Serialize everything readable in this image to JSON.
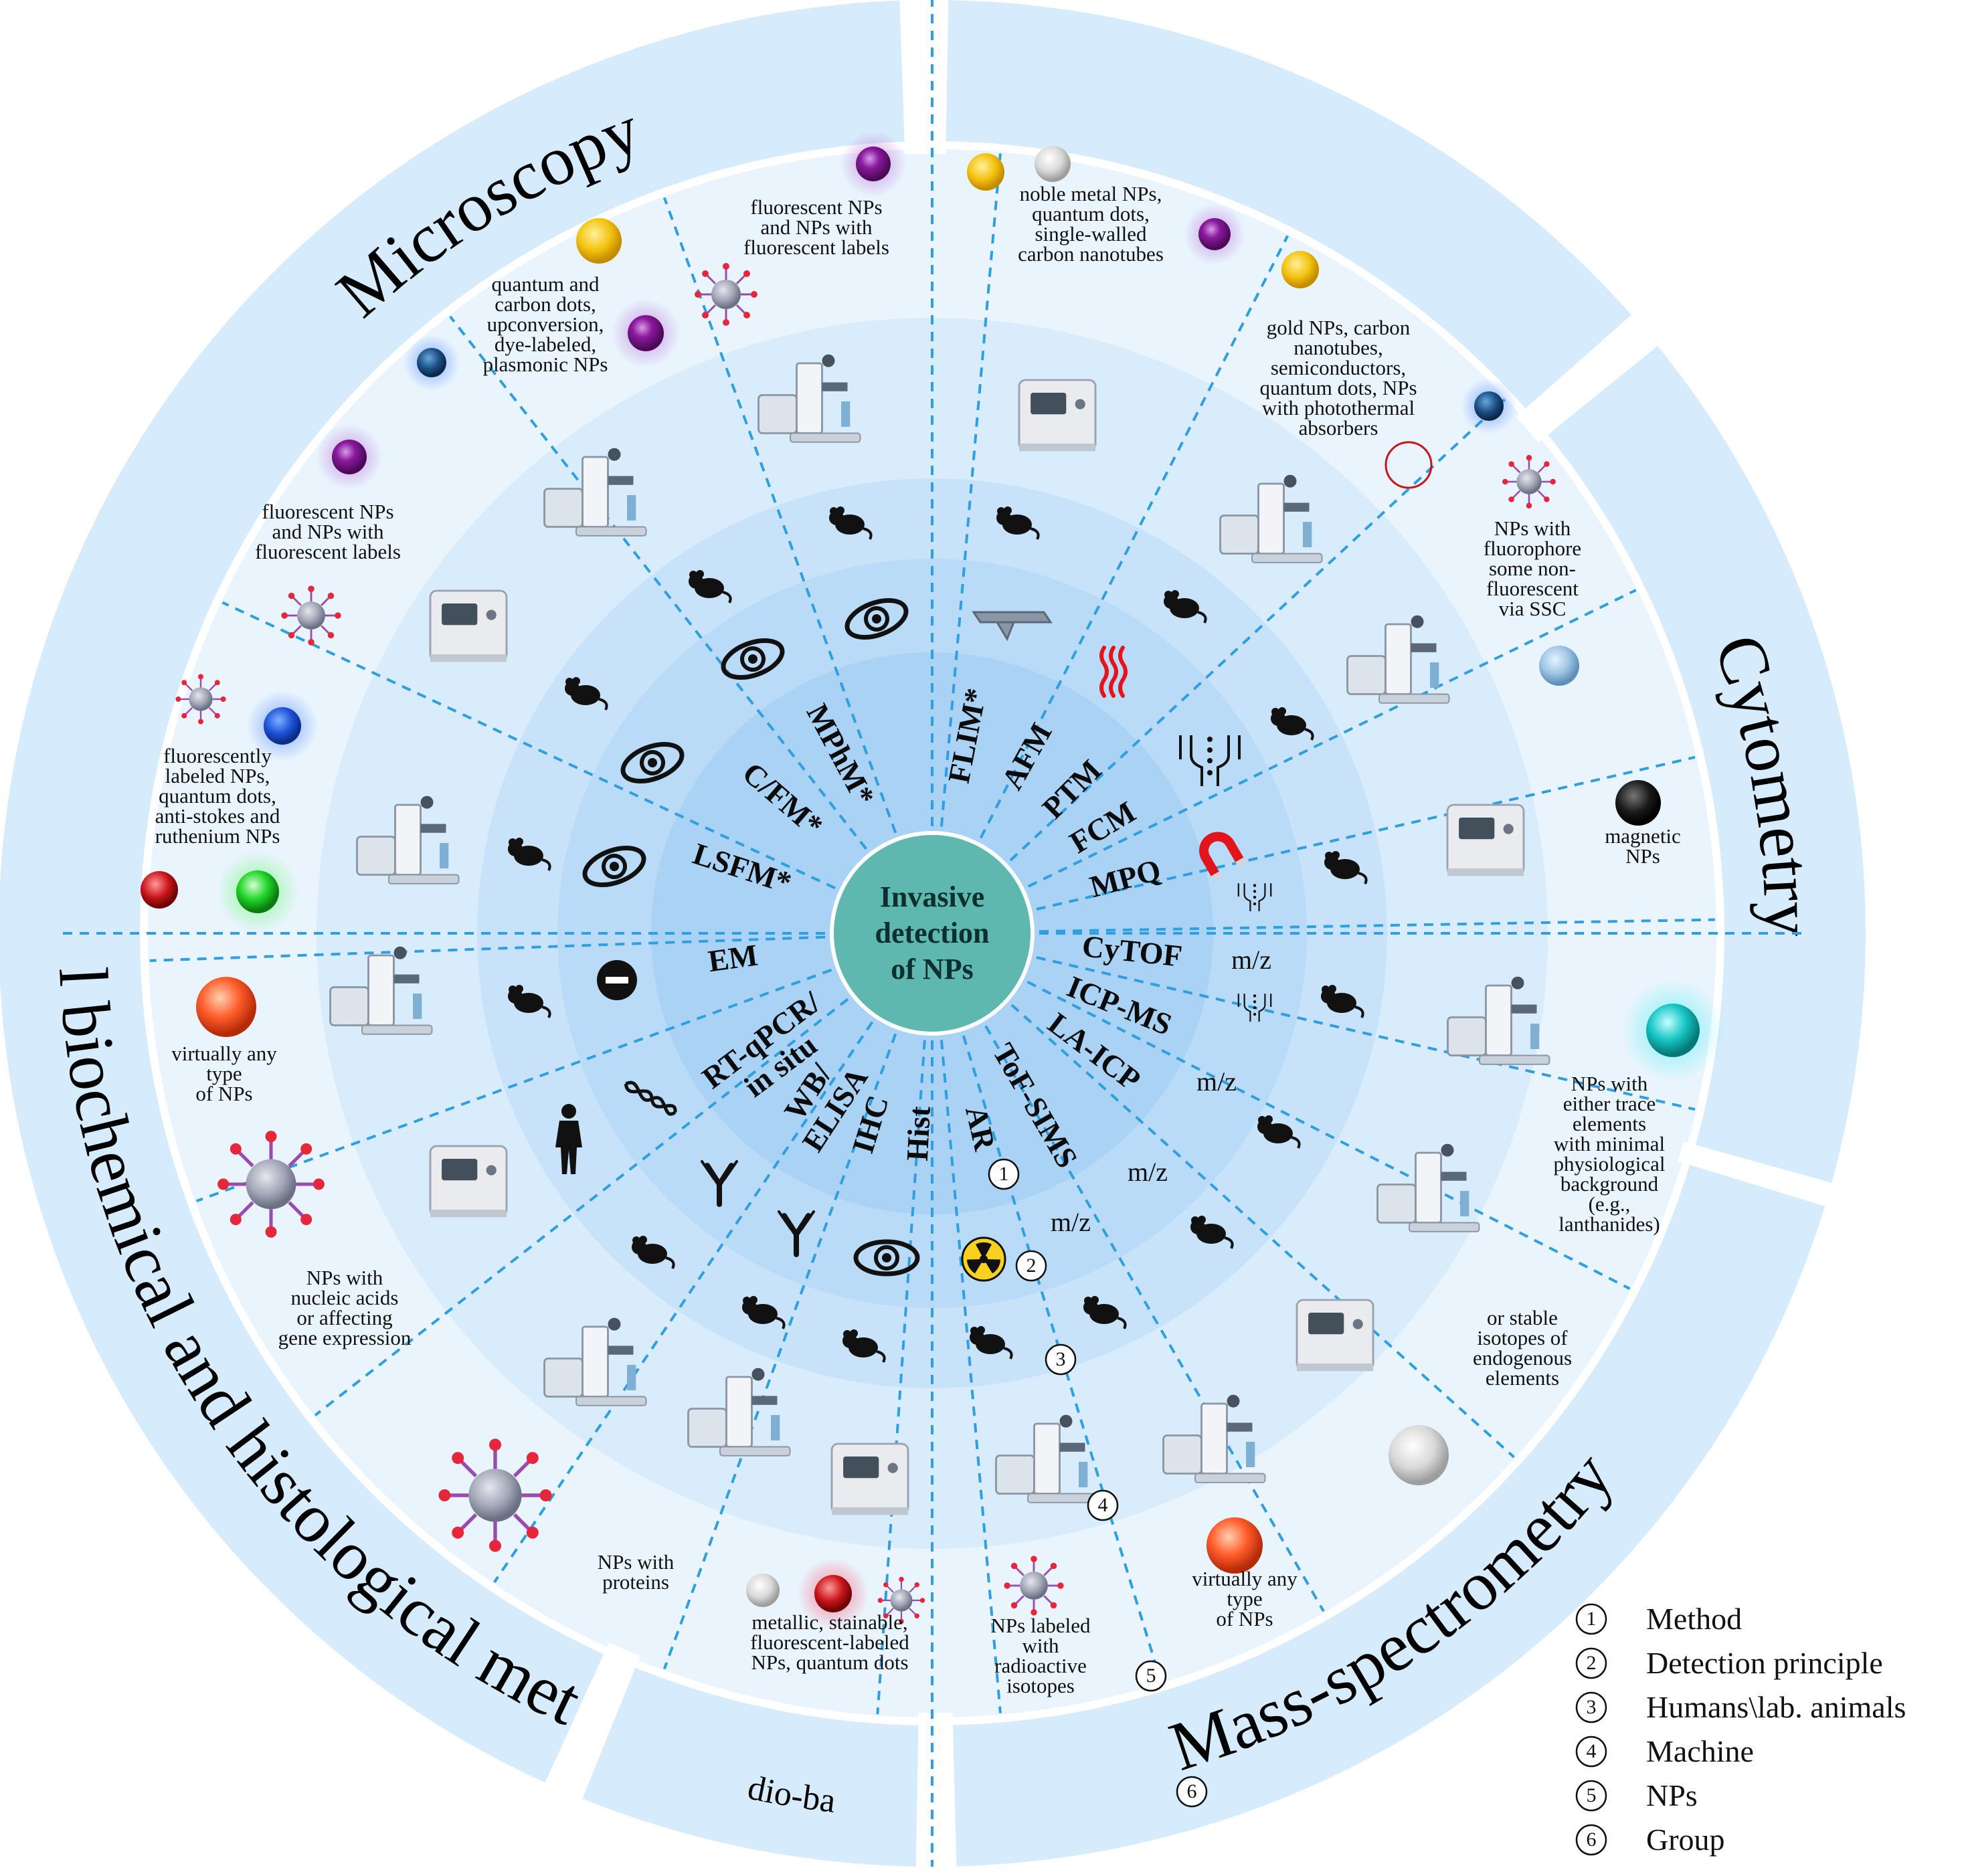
{
  "center": {
    "lines": [
      "Invasive",
      "detection",
      "of NPs"
    ]
  },
  "groups": [
    {
      "id": "microscopy",
      "label": "Microscopy"
    },
    {
      "id": "cytometry",
      "label": "Cytometry"
    },
    {
      "id": "mass",
      "label": "Mass-spectrometry"
    },
    {
      "id": "radio",
      "label": "Radio-based"
    },
    {
      "id": "local",
      "label": "Local biochemical and histological methods"
    }
  ],
  "methods": [
    {
      "id": "flim",
      "label": "FLIM*"
    },
    {
      "id": "afm",
      "label": "AFM"
    },
    {
      "id": "ptm",
      "label": "PTM"
    },
    {
      "id": "fcm",
      "label": "FCM"
    },
    {
      "id": "mpq",
      "label": "MPQ"
    },
    {
      "id": "cytof",
      "label": "CyTOF"
    },
    {
      "id": "icpms",
      "label": "ICP-MS"
    },
    {
      "id": "laicp",
      "label": "LA-ICP"
    },
    {
      "id": "tofsims",
      "label": "ToF-SIMS"
    },
    {
      "id": "ar",
      "label": "AR"
    },
    {
      "id": "hist",
      "label": "Hist"
    },
    {
      "id": "ihc",
      "label": "IHC"
    },
    {
      "id": "wb",
      "label": "WB/ ELISA"
    },
    {
      "id": "rtqpcr",
      "label": "RT-qPCR/ in situ"
    },
    {
      "id": "em",
      "label": "EM"
    },
    {
      "id": "lsfm",
      "label": "LSFM*"
    },
    {
      "id": "cfm",
      "label": "C/FM*"
    },
    {
      "id": "mphm",
      "label": "MPhM*"
    }
  ],
  "mz_label": "m/z",
  "nps": [
    {
      "id": "np-flim",
      "lines": [
        "fluorescent NPs",
        "and NPs with",
        "fluorescent labels"
      ]
    },
    {
      "id": "np-afm",
      "lines": [
        "noble metal NPs,",
        "quantum dots,",
        "single-walled",
        "carbon nanotubes"
      ]
    },
    {
      "id": "np-ptm",
      "lines": [
        "gold NPs, carbon",
        "nanotubes,",
        "semiconductors,",
        "quantum dots, NPs",
        "with photothermal",
        "absorbers"
      ]
    },
    {
      "id": "np-fcm",
      "lines": [
        "NPs with",
        "fluorophore",
        "some non-",
        "fluorescent",
        "via SSC"
      ]
    },
    {
      "id": "np-mpq",
      "lines": [
        "magnetic",
        "NPs"
      ]
    },
    {
      "id": "np-cytof",
      "lines": [
        "NPs with",
        "either trace",
        "elements",
        "with minimal",
        "physiological",
        "background",
        "(e.g.,",
        "lanthanides)"
      ]
    },
    {
      "id": "np-icp",
      "lines": [
        "or stable",
        "isotopes of",
        "endogenous",
        "elements"
      ]
    },
    {
      "id": "np-tof",
      "lines": [
        "virtually any",
        "type",
        "of NPs"
      ]
    },
    {
      "id": "np-ar",
      "lines": [
        "NPs labeled",
        "with",
        "radioactive",
        "isotopes"
      ]
    },
    {
      "id": "np-hist",
      "lines": [
        "metallic, stainable,",
        "fluorescent-labeled",
        "NPs, quantum dots"
      ]
    },
    {
      "id": "np-ihc",
      "lines": [
        "NPs with",
        "proteins"
      ]
    },
    {
      "id": "np-rt",
      "lines": [
        "NPs with",
        "nucleic acids",
        "or affecting",
        "gene expression"
      ]
    },
    {
      "id": "np-em",
      "lines": [
        "virtually any",
        "type",
        "of NPs"
      ]
    },
    {
      "id": "np-lsfm",
      "lines": [
        "fluorescently",
        "labeled NPs,",
        "quantum dots,",
        "anti-stokes and",
        "ruthenium NPs"
      ]
    },
    {
      "id": "np-cfm",
      "lines": [
        "fluorescent NPs",
        "and NPs with",
        "fluorescent labels"
      ]
    },
    {
      "id": "np-mphm",
      "lines": [
        "quantum and",
        "carbon dots,",
        "upconversion,",
        "dye-labeled,",
        "plasmonic NPs"
      ]
    }
  ],
  "callouts": [
    "1",
    "2",
    "3",
    "4",
    "5",
    "6"
  ],
  "legend": [
    {
      "num": "1",
      "text": "Method"
    },
    {
      "num": "2",
      "text": "Detection principle"
    },
    {
      "num": "3",
      "text": "Humans\\lab. animals"
    },
    {
      "num": "4",
      "text": "Machine"
    },
    {
      "num": "5",
      "text": "NPs"
    },
    {
      "num": "6",
      "text": "Group"
    }
  ],
  "colors": {
    "ring_outer": "#d6ebfb",
    "ring_np": "#e9f4fd",
    "ring_machine": "#d9ecfb",
    "ring_animal": "#c8e3f9",
    "ring_principle": "#b9dbf7",
    "ring_method": "#a9d2f4",
    "center": "#5fb8b0",
    "separator": "#2e9fe0"
  }
}
